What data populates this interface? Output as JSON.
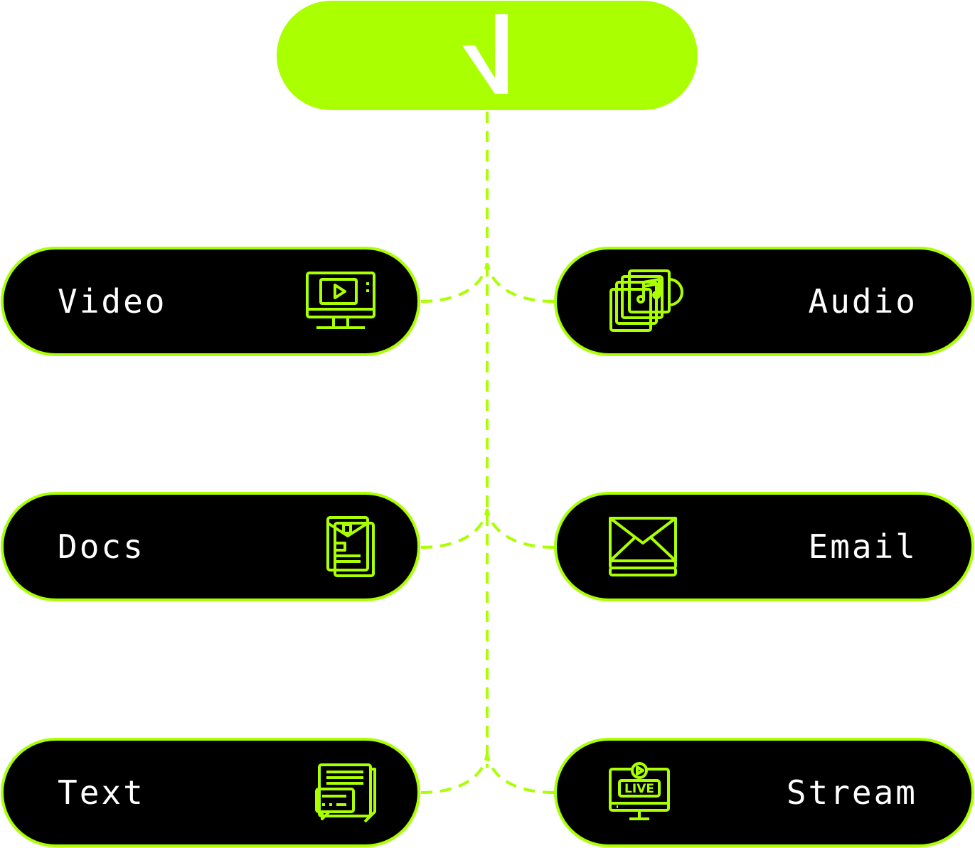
{
  "colors": {
    "accent": "#aaff00",
    "pill_bg": "#000000",
    "text": "#ffffff",
    "page_bg": "#ffffff"
  },
  "header": {
    "logo_icon": "check-mark-logo-icon"
  },
  "nodes": [
    {
      "label": "Video",
      "icon": "video-monitor-icon",
      "side": "left"
    },
    {
      "label": "Audio",
      "icon": "music-album-icon",
      "side": "right"
    },
    {
      "label": "Docs",
      "icon": "document-folder-icon",
      "side": "left"
    },
    {
      "label": "Email",
      "icon": "envelope-icon",
      "side": "right"
    },
    {
      "label": "Text",
      "icon": "newspaper-chat-icon",
      "side": "left"
    },
    {
      "label": "Stream",
      "icon": "live-stream-icon",
      "side": "right"
    }
  ]
}
